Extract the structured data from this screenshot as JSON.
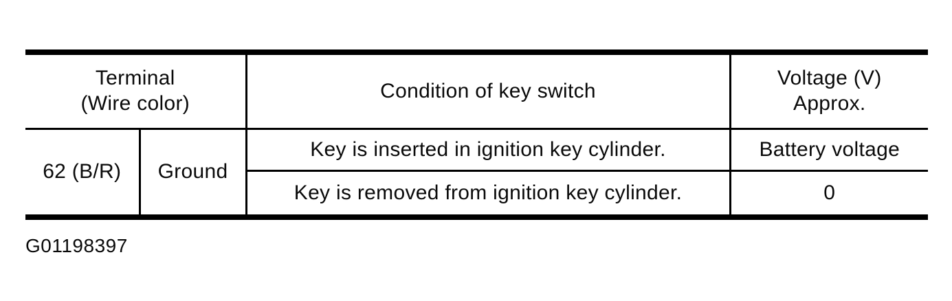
{
  "page": {
    "background": "#ffffff",
    "ink": "#000000"
  },
  "table": {
    "header": {
      "terminal": [
        "Terminal",
        "(Wire color)"
      ],
      "condition": "Condition of key switch",
      "voltage": [
        "Voltage (V)",
        "Approx."
      ]
    },
    "body": {
      "terminal": "62 (B/R)",
      "wire_ref": "Ground",
      "rows": [
        {
          "condition": "Key is inserted in ignition key cylinder.",
          "voltage": "Battery voltage"
        },
        {
          "condition": "Key is removed from ignition key cylinder.",
          "voltage": "0"
        }
      ]
    }
  },
  "caption": {
    "figure_code": "G01198397"
  }
}
